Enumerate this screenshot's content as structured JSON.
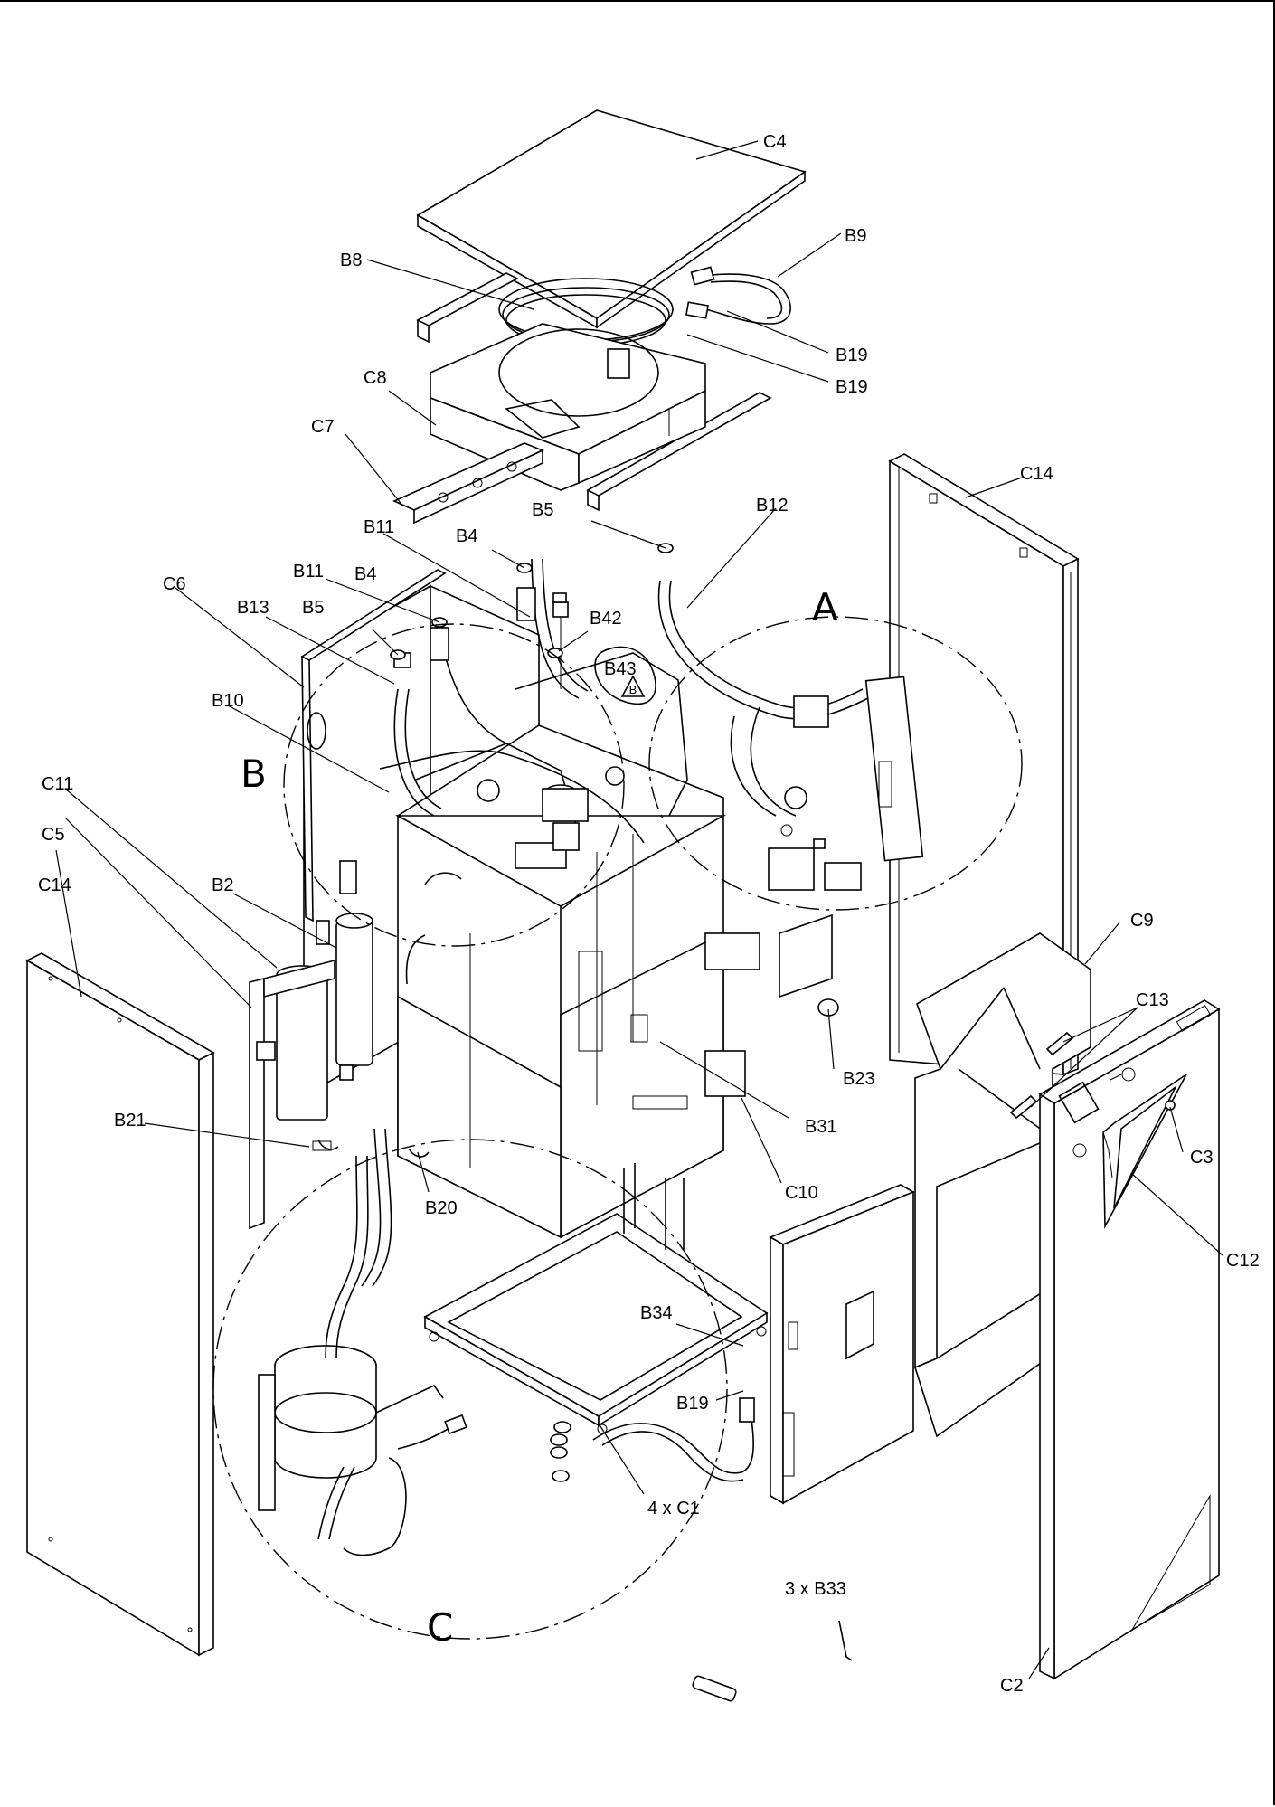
{
  "diagram": {
    "type": "exploded-parts-view",
    "detail_circles": [
      "A",
      "B",
      "C"
    ],
    "callouts": {
      "C4": "C4",
      "B9": "B9",
      "B8": "B8",
      "B19_top1": "B19",
      "B19_top2": "B19",
      "C8": "C8",
      "C7": "C7",
      "C14_right": "C14",
      "B5_top": "B5",
      "B12": "B12",
      "B11_top": "B11",
      "B4_top": "B4",
      "C6": "C6",
      "B11": "B11",
      "B4": "B4",
      "B42": "B42",
      "B13": "B13",
      "B5": "B5",
      "B43": "B43",
      "B10": "B10",
      "C11": "C11",
      "C5": "C5",
      "C14_left": "C14",
      "B2": "B2",
      "C9": "C9",
      "C13": "C13",
      "B23": "B23",
      "B31": "B31",
      "B21": "B21",
      "C3": "C3",
      "C10": "C10",
      "B20": "B20",
      "C12": "C12",
      "B34": "B34",
      "B19_bottom": "B19",
      "4xC1": "4 x C1",
      "3xB33": "3 x B33",
      "C2": "C2"
    },
    "section_labels": {
      "A": "A",
      "B": "B",
      "C": "C"
    },
    "triangle_mark": "B"
  }
}
